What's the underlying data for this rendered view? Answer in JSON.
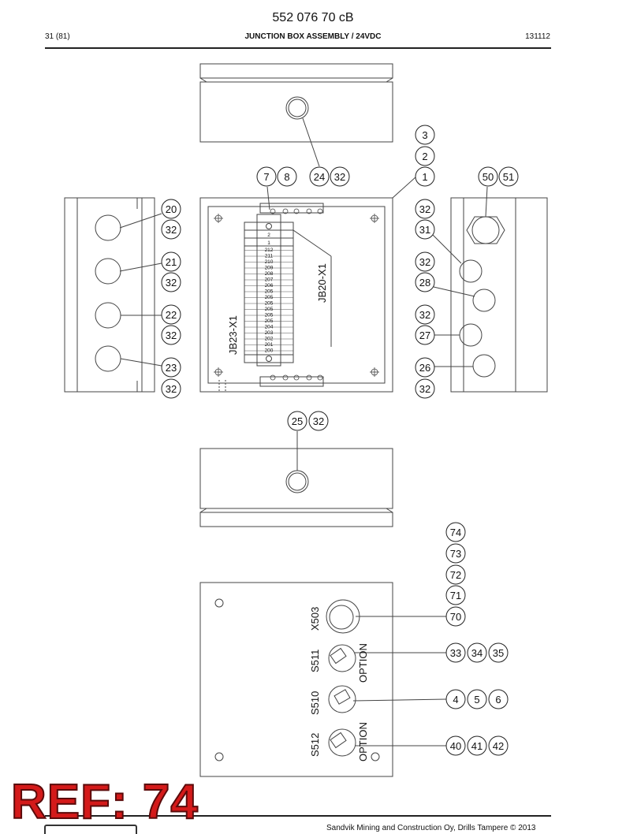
{
  "header": {
    "doc_number": "552 076 70 cB",
    "page": "31 (81)",
    "title": "JUNCTION BOX ASSEMBLY / 24VDC",
    "date": "131112"
  },
  "footer": {
    "text": "Sandvik Mining and Construction Oy, Drills Tampere © 2013",
    "watermark": "REF: 74"
  },
  "labels": {
    "jb23": "JB23-X1",
    "jb20": "JB20-X1",
    "x503": "X503",
    "s511": "S511",
    "s510": "S510",
    "s512": "S512",
    "option_1": "OPTION",
    "option_2": "OPTION"
  },
  "terminals": {
    "top": [
      "2",
      "1"
    ],
    "main": [
      "212",
      "211",
      "210",
      "209",
      "208",
      "207",
      "206",
      "205",
      "205",
      "205",
      "205",
      "205",
      "205",
      "204",
      "203",
      "202",
      "201",
      "200"
    ]
  },
  "callouts": {
    "c3": "3",
    "c2": "2",
    "c1": "1",
    "c7": "7",
    "c8": "8",
    "c24": "24",
    "c32_top": "32",
    "c50": "50",
    "c51": "51",
    "c20": "20",
    "c32_l1": "32",
    "c21": "21",
    "c32_l2": "32",
    "c22": "22",
    "c32_l3": "32",
    "c23": "23",
    "c32_l4": "32",
    "c32_r1": "32",
    "c31": "31",
    "c32_r2": "32",
    "c28": "28",
    "c32_r3": "32",
    "c27": "27",
    "c26": "26",
    "c32_r4": "32",
    "c25": "25",
    "c32_bot": "32",
    "c74": "74",
    "c73": "73",
    "c72": "72",
    "c71": "71",
    "c70": "70",
    "c33": "33",
    "c34": "34",
    "c35": "35",
    "c4": "4",
    "c5": "5",
    "c6": "6",
    "c40": "40",
    "c41": "41",
    "c42": "42"
  }
}
